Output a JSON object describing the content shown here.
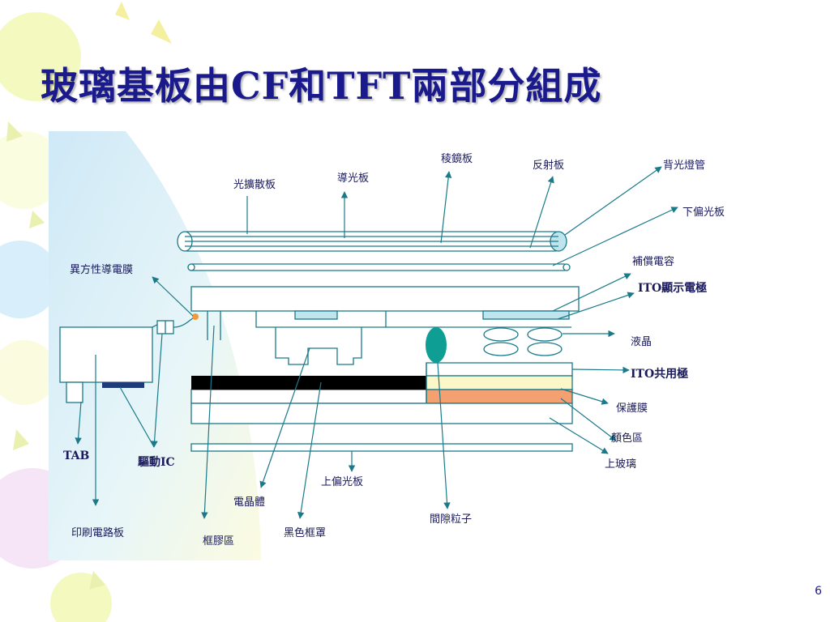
{
  "slide": {
    "title": "玻璃基板由CF和TFT兩部分組成",
    "page_number": "6"
  },
  "diagram": {
    "labels": {
      "diffuser": "光擴散板",
      "light_guide": "導光板",
      "prism": "稜鏡板",
      "reflector": "反射板",
      "backlight_tube": "背光燈管",
      "lower_polarizer": "下偏光板",
      "acf": "異方性導電膜",
      "storage_cap": "補償電容",
      "ito_display": "ITO顯示電極",
      "liquid_crystal": "液晶",
      "ito_common": "ITO共用極",
      "overcoat": "保護膜",
      "color_filter": "顏色區",
      "upper_glass": "上玻璃",
      "tab": "TAB",
      "driver_ic": "驅動IC",
      "pcb": "印刷電路板",
      "sealant": "框膠區",
      "tft": "電晶體",
      "upper_polarizer": "上偏光板",
      "black_matrix": "黑色框罩",
      "spacer": "間隙粒子"
    }
  },
  "colors": {
    "title": "#1a1a8c",
    "line": "#1a7a8a",
    "black_matrix": "#000000",
    "color_filter": "#f5a070",
    "overcoat": "#fbf7c8",
    "spacer": "#0f9e93",
    "electrode": "#bfe4ee",
    "driver_ic": "#1d3b78",
    "acf_dot": "#f09a3c"
  }
}
